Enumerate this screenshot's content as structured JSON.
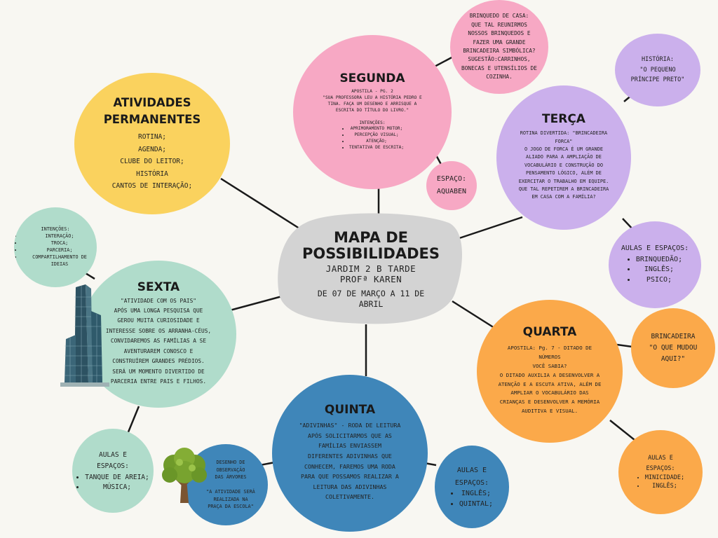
{
  "colors": {
    "yellow": "#fad25e",
    "pink": "#f7a8c4",
    "purple": "#cbb0ec",
    "gray": "#d3d3d3",
    "teal": "#b0dccb",
    "orange": "#fba94a",
    "blue": "#3f86b9",
    "line": "#1a1a1a"
  },
  "center": {
    "title": "MAPA DE\nPOSSIBILIDADES",
    "line1": "JARDIM 2 B TARDE",
    "line2": "PROFª KAREN",
    "line3": "DE 07 DE MARÇO A 11 DE\nABRIL"
  },
  "permanentes": {
    "title": "ATIVIDADES\nPERMANENTES",
    "body": "ROTINA;\nAGENDA;\nCLUBE DO LEITOR;\nHISTÓRIA\nCANTOS DE INTERAÇÃO;"
  },
  "segunda": {
    "title": "SEGUNDA",
    "body": "APOSTILA - PG. 2\n\"SUA PROFESSORA LEU A HISTÓRIA PEDRO E\nTINA. FAÇA UM DESENHO E ARRISQUE A\nESCRITA DO TÍTULO DO LIVRO.\"\n\nINTENÇÕES:",
    "items": [
      "APRIMORAMENTO MOTOR;",
      "PERCEPÇÃO VISUAL;",
      "ATENÇÃO;",
      "TENTATIVA DE ESCRITA;"
    ]
  },
  "brinquedo": {
    "body": "BRINQUEDO DE CASA:\nQUE TAL REUNIRMOS\nNOSSOS BRINQUEDOS E\nFAZER UMA GRANDE\nBRINCADEIRA SIMBÓLICA?\nSUGESTÃO:CARRINHOS,\nBONECAS E UTENSÍLIOS DE\nCOZINHA."
  },
  "espaco": {
    "body": "ESPAÇO:\nAQUABEN"
  },
  "historia": {
    "body": "HISTÓRIA:\n\"O PEQUENO\nPRÍNCIPE PRETO\""
  },
  "terca": {
    "title": "TERÇA",
    "body": "ROTINA DIVERTIDA: \"BRINCADEIRA\nFORCA\"\nO JOGO DE FORCA É UM GRANDE\nALIADO PARA A AMPLIAÇÃO DE\nVOCABULÁRIO E CONSTRUÇÃO DO\nPENSAMENTO LÓGICO, ALÉM DE\nEXERCITAR O TRABALHO EM EQUIPE.\nQUE TAL REPETIREM A BRINCADEIRA\nEM CASA COM A FAMÍLIA?"
  },
  "terca_aulas": {
    "head": "AULAS E ESPAÇOS:",
    "items": [
      "BRINQUEDÃO;",
      "INGLÊS;",
      "PSICO;"
    ]
  },
  "quarta": {
    "title": "QUARTA",
    "body": "APOSTILA: Pg. 7 - DITADO DE\nNÚMEROS\nVOCÊ SABIA?\nO DITADO AUXILIA A DESENVOLVER A\nATENÇÃO E A ESCUTA ATIVA, ALÉM DE\nAMPLIAR O VOCABULÁRIO DAS\nCRIANÇAS E DESENVOLVER A MEMÓRIA\nAUDITIVA E VISUAL."
  },
  "brincadeira": {
    "body": "BRINCADEIRA\n\"O QUE MUDOU\nAQUI?\""
  },
  "quarta_aulas": {
    "head": "AULAS E\nESPAÇOS:",
    "items": [
      "MINICIDADE;",
      "INGLÊS;"
    ]
  },
  "quinta": {
    "title": "QUINTA",
    "body": "\"ADIVINHAS\" - RODA DE LEITURA\nAPÓS SOLICITARMOS QUE AS\nFAMÍLIAS ENVIASSEM\nDIFERENTES ADIVINHAS QUE\nCONHECEM, FAREMOS UMA RODA\nPARA QUE POSSAMOS REALIZAR A\nLEITURA DAS ADIVINHAS\nCOLETIVAMENTE."
  },
  "quinta_aulas": {
    "head": "AULAS E\nESPAÇOS:",
    "items": [
      "INGLÊS;",
      "QUINTAL;"
    ]
  },
  "desenho": {
    "body": "DESENHO DE\nOBSERVAÇÃO\nDAS ÁRVORES\n\n\"A ATIVIDADE SERÁ\nREALIZADA NA\nPRAÇA DA ESCOLA\""
  },
  "sexta": {
    "title": "SEXTA",
    "body": "\"ATIVIDADE COM OS PAIS\"\nAPÓS UMA LONGA PESQUISA QUE\nGEROU MUITA CURIOSIDADE E\nINTERESSE SOBRE OS ARRANHA-CÉUS,\nCONVIDAREMOS AS FAMÍLIAS A SE\nAVENTURAREM CONOSCO E\nCONSTRUÍREM GRANDES PRÉDIOS.\nSERÁ UM MOMENTO DIVERTIDO DE\nPARCERIA ENTRE PAIS E FILHOS."
  },
  "intencoes": {
    "head": "INTENÇÕES:",
    "items": [
      "INTERAÇÃO;",
      "TROCA;",
      "PARCERIA;",
      "COMPARTILHAMENTO DE IDEIAS"
    ]
  },
  "sexta_aulas": {
    "head": "AULAS E\nESPAÇOS:",
    "items": [
      "TANQUE DE AREIA;",
      "MÚSICA;"
    ]
  },
  "icons": {
    "building": "skyscraper-icon",
    "tree": "tree-icon"
  }
}
